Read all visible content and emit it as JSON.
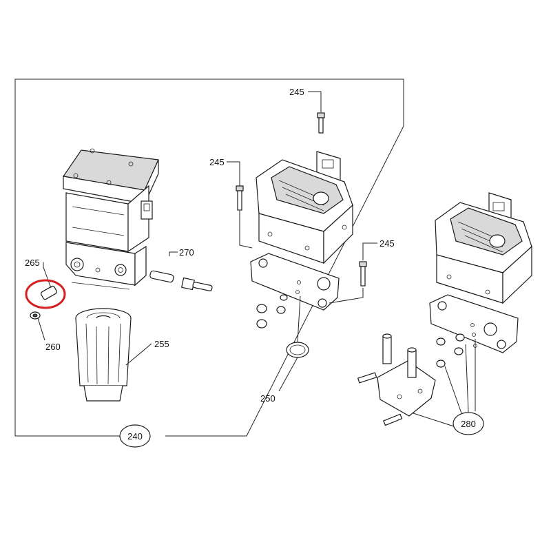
{
  "diagram": {
    "callouts": {
      "c245_top": "245",
      "c245_left": "245",
      "c245_right": "245",
      "c270": "270",
      "c265": "265",
      "c260": "260",
      "c255": "255",
      "c250": "250",
      "c240": "240",
      "c280": "280"
    },
    "highlight": {
      "part": "265",
      "color": "#d42020"
    }
  }
}
